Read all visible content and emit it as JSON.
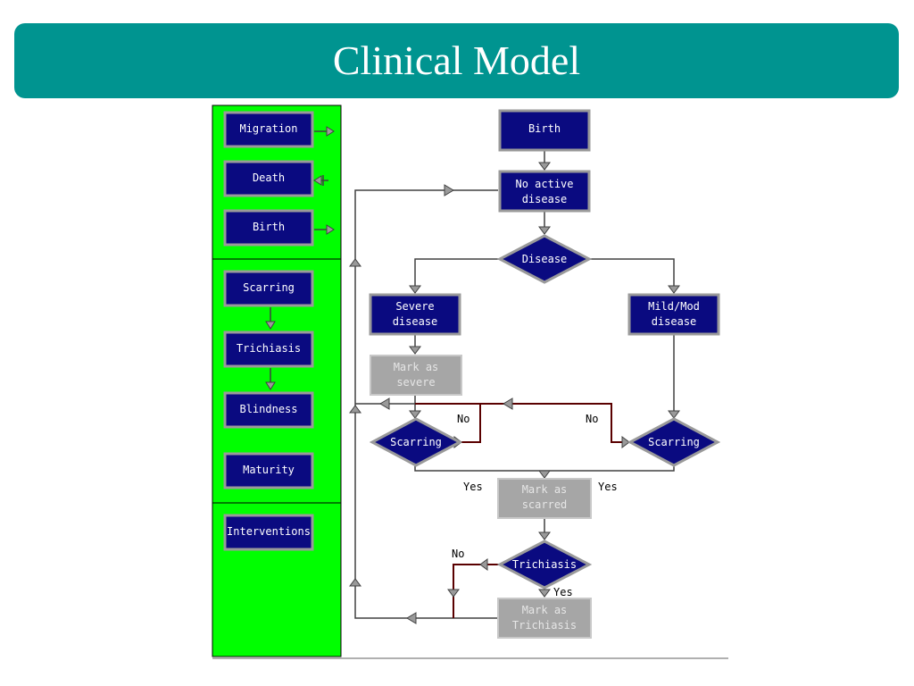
{
  "title": "Clinical Model",
  "colors": {
    "title_bar": "#009490",
    "sidebar": "#00ff00",
    "node": "#0a0a80",
    "node_border": "#9a9a9a",
    "mark_node": "#a6a6a6",
    "flow_line": "#404040",
    "loop_line": "#5a0000"
  },
  "sidebar": {
    "events": [
      "Migration",
      "Death",
      "Birth"
    ],
    "progression": [
      "Scarring",
      "Trichiasis",
      "Blindness",
      "Maturity"
    ],
    "interventions": "Interventions"
  },
  "flow": {
    "birth": "Birth",
    "no_active_1": "No active",
    "no_active_2": "disease",
    "disease": "Disease",
    "severe_1": "Severe",
    "severe_2": "disease",
    "mild_1": "Mild/Mod",
    "mild_2": "disease",
    "mark_severe_1": "Mark as",
    "mark_severe_2": "severe",
    "scarring_left": "Scarring",
    "scarring_right": "Scarring",
    "mark_scarred_1": "Mark as",
    "mark_scarred_2": "scarred",
    "trichiasis": "Trichiasis",
    "mark_trichiasis_1": "Mark as",
    "mark_trichiasis_2": "Trichiasis",
    "no_left": "No",
    "no_right": "No",
    "yes_left": "Yes",
    "yes_right": "Yes",
    "no_trichiasis": "No",
    "yes_trichiasis": "Yes"
  }
}
